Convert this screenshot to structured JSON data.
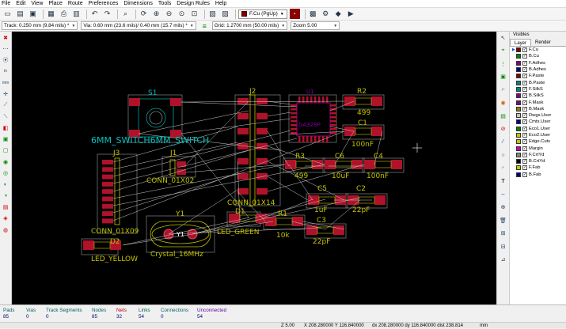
{
  "menu": [
    "File",
    "Edit",
    "View",
    "Place",
    "Route",
    "Preferences",
    "Dimensions",
    "Tools",
    "Design Rules",
    "Help"
  ],
  "toolbar": {
    "active_layer": "F.Cu (PgUp)"
  },
  "toolbar2": {
    "track": "Track: 0.250 mm (9.84 mils) *",
    "via": "Via: 0.60 mm (23.6 mils)/ 0.40 mm (15.7 mils) *",
    "grid": "Grid: 1.2700 mm (50.00 mils)",
    "zoom": "Zoom 5.00"
  },
  "canvas": {
    "labels": {
      "S1": "S1",
      "switch_value": "6MM_SWITCH6MM_SWITCH",
      "J2": "J2",
      "U1": "U1",
      "ic_text": "GA328P",
      "R2": "R2",
      "R2_value": "499",
      "C1": "C1",
      "C1_value": "100nF",
      "J3": "J3",
      "J1": "J1",
      "J1_value": "CONN_01X02",
      "J2_value": "CONN_01X14",
      "R3": "R3",
      "R3_value": "499",
      "C6": "C6",
      "C6_value": "10uF",
      "C4": "C4",
      "C4_value": "100nF",
      "C5": "C5",
      "C5_value": "1uF",
      "C2": "C2",
      "C2_value": "22pF",
      "J3_value": "CONN_01X09",
      "Y1": "Y1",
      "Y1_value": "Crystal_16MHz",
      "D1": "D1",
      "D1_value": "LED_GREEN",
      "R1": "R1",
      "R1_value": "10k",
      "C3": "C3",
      "C3_value": "22pF",
      "D2": "D2",
      "D2_value": "LED_YELLOW"
    }
  },
  "layers": {
    "title": "Visibles",
    "tabs": [
      "Layer",
      "Render"
    ],
    "items": [
      {
        "name": "F.Cu",
        "color": "#840000"
      },
      {
        "name": "B.Cu",
        "color": "#008400"
      },
      {
        "name": "F.Adhes",
        "color": "#840084"
      },
      {
        "name": "B.Adhes",
        "color": "#000084"
      },
      {
        "name": "F.Paste",
        "color": "#840000"
      },
      {
        "name": "B.Paste",
        "color": "#008484"
      },
      {
        "name": "F.SilkS",
        "color": "#008484"
      },
      {
        "name": "B.SilkS",
        "color": "#840084"
      },
      {
        "name": "F.Mask",
        "color": "#840084"
      },
      {
        "name": "B.Mask",
        "color": "#848400"
      },
      {
        "name": "Dwgs.User",
        "color": "#c2c2c2"
      },
      {
        "name": "Cmts.User",
        "color": "#000084"
      },
      {
        "name": "Eco1.User",
        "color": "#008400"
      },
      {
        "name": "Eco2.User",
        "color": "#c2c200"
      },
      {
        "name": "Edge.Cuts",
        "color": "#c2c200"
      },
      {
        "name": "Margin",
        "color": "#c200c2"
      },
      {
        "name": "F.CrtYd",
        "color": "#848484"
      },
      {
        "name": "B.CrtYd",
        "color": "#000000"
      },
      {
        "name": "F.Fab",
        "color": "#c2c200"
      },
      {
        "name": "B.Fab",
        "color": "#000084"
      }
    ]
  },
  "messages": [
    {
      "label": "Pads",
      "value": "85"
    },
    {
      "label": "Vias",
      "value": "0"
    },
    {
      "label": "Track Segments",
      "value": "0"
    },
    {
      "label": "Nodes",
      "value": "85"
    },
    {
      "label": "Nets",
      "value": "32"
    },
    {
      "label": "Links",
      "value": "54"
    },
    {
      "label": "Connections",
      "value": "0"
    },
    {
      "label": "Unconnected",
      "value": "54"
    }
  ],
  "status": {
    "zoom": "Z 5.00",
    "xy": "X 208.280000  Y 116.840000",
    "dxy": "dx 208.280000  dy 116.840000  dist 238.814",
    "units": "mm"
  },
  "colors": {
    "pad": "#b0122a",
    "silk": "#00c2c2",
    "fab": "#c2c200",
    "ratsnest": "#c8c8c8",
    "courtyard": "#a0a0a0"
  }
}
